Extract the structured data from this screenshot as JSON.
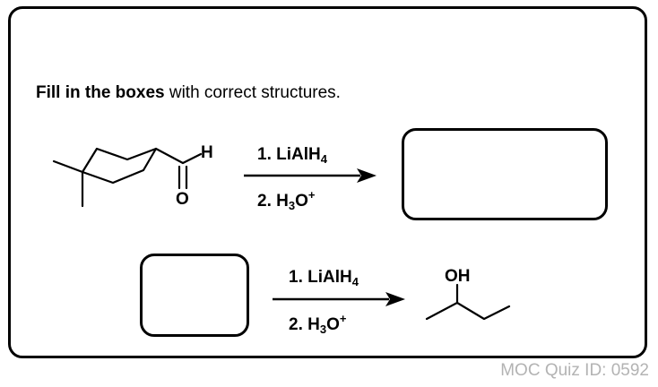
{
  "instruction": {
    "bold": "Fill in the boxes",
    "rest": " with correct structures."
  },
  "reaction1": {
    "reagent1": {
      "prefix": "1. LiAlH",
      "sub": "4"
    },
    "reagent2": {
      "prefix": "2. H",
      "sub": "3",
      "mid": "O",
      "sup": "+"
    },
    "start_atoms": {
      "H": "H",
      "O": "O"
    }
  },
  "reaction2": {
    "reagent1": {
      "prefix": "1. LiAlH",
      "sub": "4"
    },
    "reagent2": {
      "prefix": "2. H",
      "sub": "3",
      "mid": "O",
      "sup": "+"
    },
    "product_atoms": {
      "OH": "OH"
    }
  },
  "watermark": "MOC Quiz ID: 0592"
}
